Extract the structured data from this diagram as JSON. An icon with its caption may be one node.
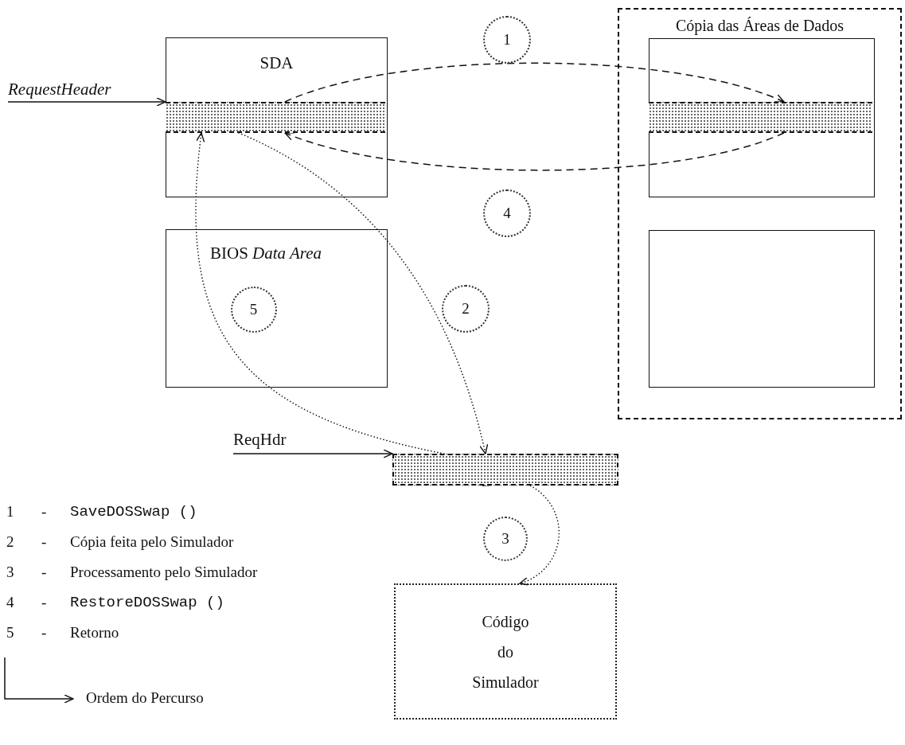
{
  "diagram": {
    "nodes": [
      {
        "text": [
          "RequestHeader"
        ]
      },
      {
        "text": [
          "SDA"
        ]
      },
      {
        "text": [],
        "shape": "bar",
        "in": 1
      },
      {
        "text": [
          "1"
        ]
      },
      {
        "text": [
          "Cópia das Áreas de Dados"
        ]
      },
      {
        "text": [],
        "shape": "box",
        "in": 4
      },
      {
        "text": [],
        "shape": "bar",
        "in": 5
      },
      {
        "text": [
          "4"
        ]
      },
      {
        "text": [
          "BIOS *Data Area*"
        ]
      },
      {
        "text": [
          "5"
        ],
        "in": 8
      },
      {
        "text": [
          "2"
        ]
      },
      {
        "text": [],
        "shape": "box",
        "in": 4
      },
      {
        "text": [
          "ReqHdr"
        ]
      },
      {
        "text": [],
        "shape": "bar"
      },
      {
        "text": [
          "3"
        ]
      },
      {
        "text": [
          "Código do Simulador"
        ]
      }
    ],
    "edges": [
      {
        "from": 0,
        "to": 2,
        "arrow": "to"
      },
      {
        "from": 2,
        "to": 6,
        "arrow": "to",
        "style": "dashed"
      },
      {
        "from": 6,
        "to": 2,
        "arrow": "to",
        "style": "dashed"
      },
      {
        "from": 2,
        "to": 13,
        "arrow": "to",
        "style": "dashed"
      },
      {
        "from": 13,
        "to": 2,
        "arrow": "to",
        "style": "dashed"
      },
      {
        "from": 12,
        "to": 13,
        "arrow": "to"
      },
      {
        "from": 13,
        "to": 15,
        "arrow": "both",
        "style": "dashed"
      }
    ],
    "labels": [
      "1",
      "-",
      "SaveDOSSwap ()",
      "2",
      "-",
      "Cópia feita pelo Simulador",
      "3",
      "-",
      "Processamento pelo Simulador",
      "4",
      "-",
      "RestoreDOSSwap ()",
      "5",
      "-",
      "Retorno"
    ],
    "legend": [
      {
        "text": "Ordem do Percurso"
      }
    ]
  }
}
